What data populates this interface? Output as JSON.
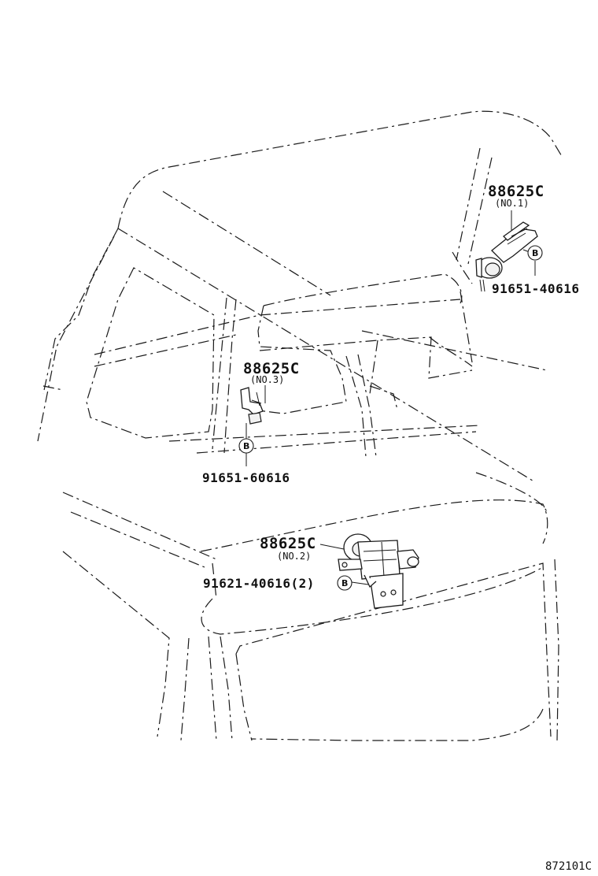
{
  "callouts": {
    "horn1": {
      "part_no": "88625C",
      "sub": "(NO.1)",
      "bolt_no": "91651-40616",
      "badge": "B"
    },
    "horn3": {
      "part_no": "88625C",
      "sub": "(NO.3)",
      "bolt_no": "91651-60616",
      "badge": "B"
    },
    "horn2": {
      "part_no": "88625C",
      "sub": "(NO.2)",
      "bolt_no": "91621-40616(2)",
      "badge": "B"
    }
  },
  "figure_ref": "872101C"
}
